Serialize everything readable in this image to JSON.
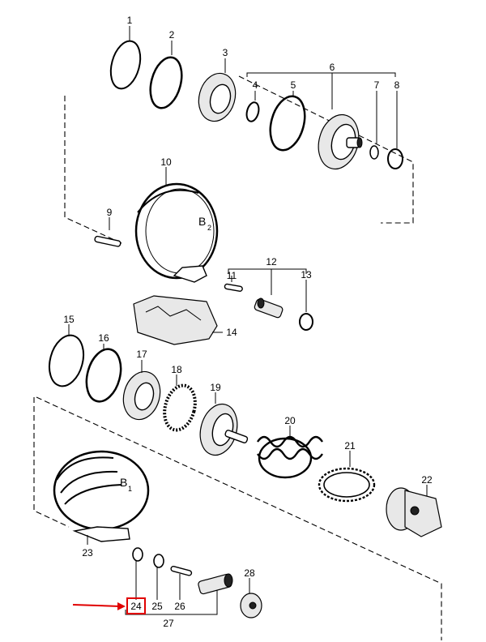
{
  "parts": [
    {
      "id": "p1",
      "label": "1"
    },
    {
      "id": "p2",
      "label": "2"
    },
    {
      "id": "p3",
      "label": "3"
    },
    {
      "id": "p4",
      "label": "4"
    },
    {
      "id": "p5",
      "label": "5"
    },
    {
      "id": "p6",
      "label": "6"
    },
    {
      "id": "p7",
      "label": "7"
    },
    {
      "id": "p8",
      "label": "8"
    },
    {
      "id": "p9",
      "label": "9"
    },
    {
      "id": "p10",
      "label": "10"
    },
    {
      "id": "p11",
      "label": "11"
    },
    {
      "id": "p12",
      "label": "12"
    },
    {
      "id": "p13",
      "label": "13"
    },
    {
      "id": "p14",
      "label": "14"
    },
    {
      "id": "p15",
      "label": "15"
    },
    {
      "id": "p16",
      "label": "16"
    },
    {
      "id": "p17",
      "label": "17"
    },
    {
      "id": "p18",
      "label": "18"
    },
    {
      "id": "p19",
      "label": "19"
    },
    {
      "id": "p20",
      "label": "20"
    },
    {
      "id": "p21",
      "label": "21"
    },
    {
      "id": "p22",
      "label": "22"
    },
    {
      "id": "p23",
      "label": "23"
    },
    {
      "id": "p24",
      "label": "24"
    },
    {
      "id": "p25",
      "label": "25"
    },
    {
      "id": "p26",
      "label": "26"
    },
    {
      "id": "p27",
      "label": "27"
    },
    {
      "id": "p28",
      "label": "28"
    }
  ],
  "band_labels": {
    "b2": {
      "letter": "B",
      "sub": "2"
    },
    "b1": {
      "letter": "B",
      "sub": "1"
    }
  },
  "highlight": {
    "part": "24",
    "color": "#e00000"
  }
}
